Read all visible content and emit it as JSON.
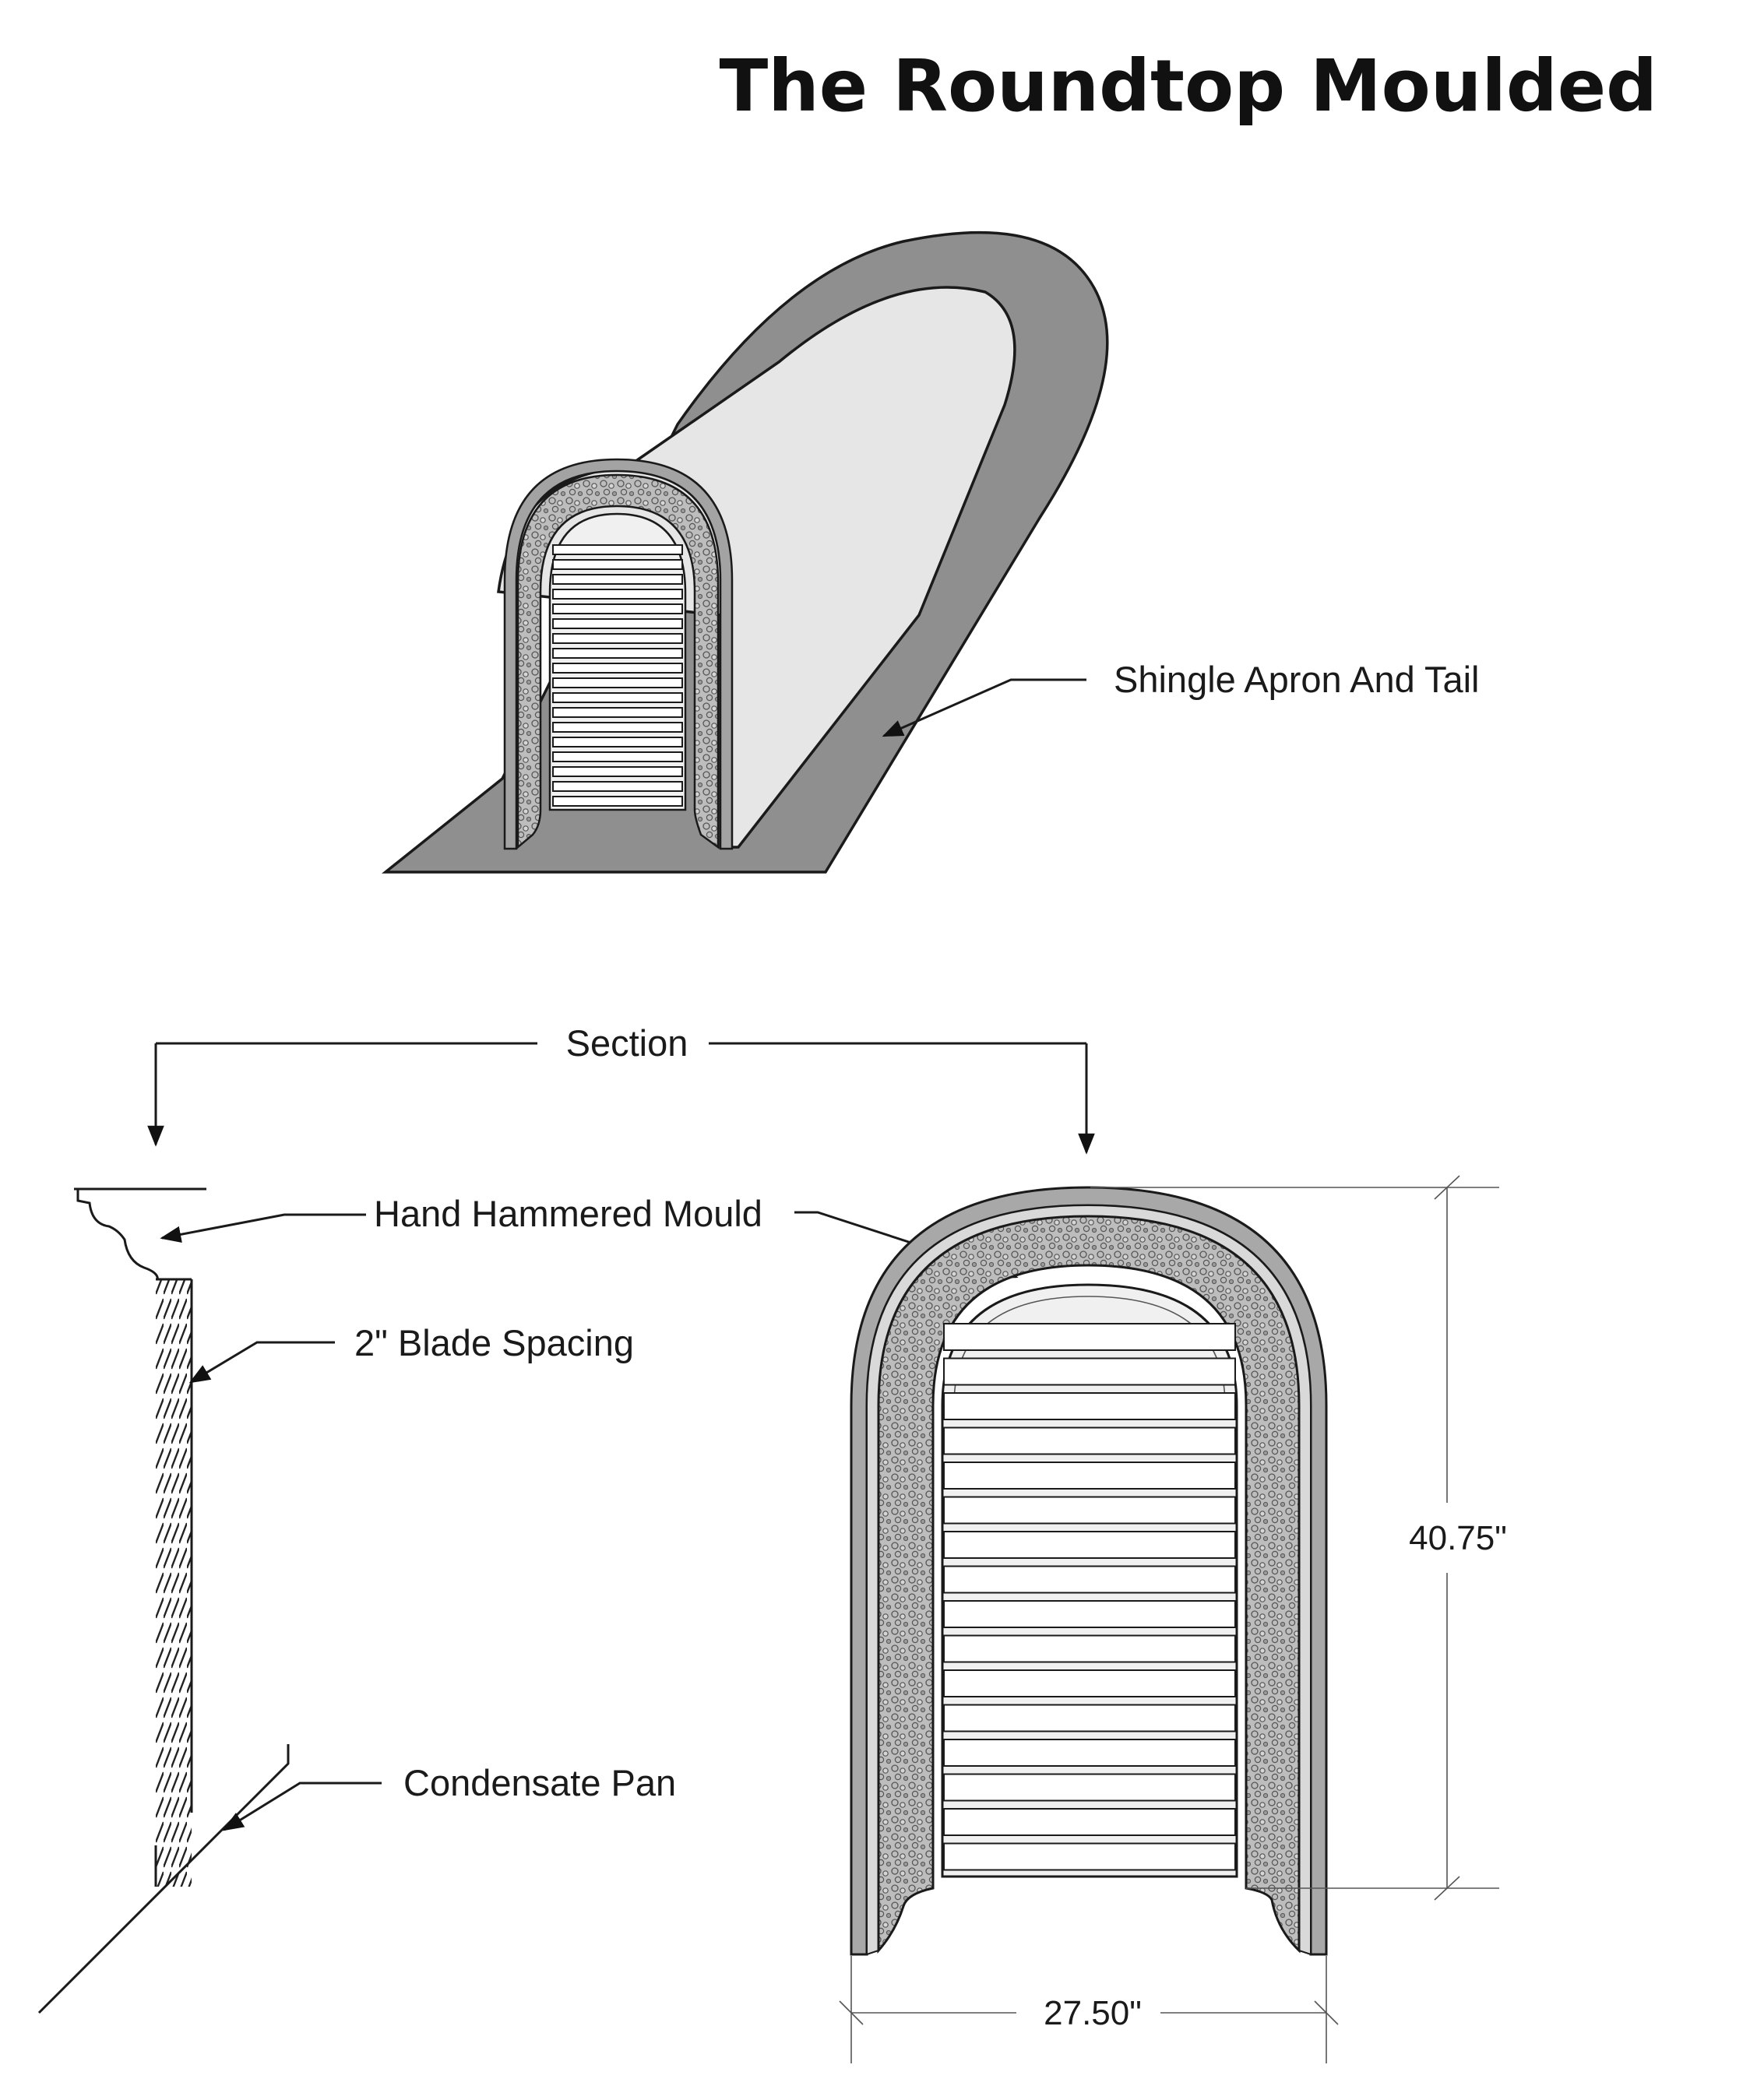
{
  "title": "The Roundtop Moulded",
  "labels": {
    "shingle_apron": "Shingle Apron And Tail",
    "section": "Section",
    "hand_hammered_mould": "Hand Hammered Mould",
    "blade_spacing": "2\" Blade Spacing",
    "condensate_pan": "Condensate Pan"
  },
  "dimensions": {
    "height": "40.75\"",
    "width": "27.50\""
  },
  "colors": {
    "apron": "#8f8f8f",
    "roof": "#e6e6e6",
    "mould_band": "#b9b9b9",
    "blade_face": "#f0f0f0"
  }
}
